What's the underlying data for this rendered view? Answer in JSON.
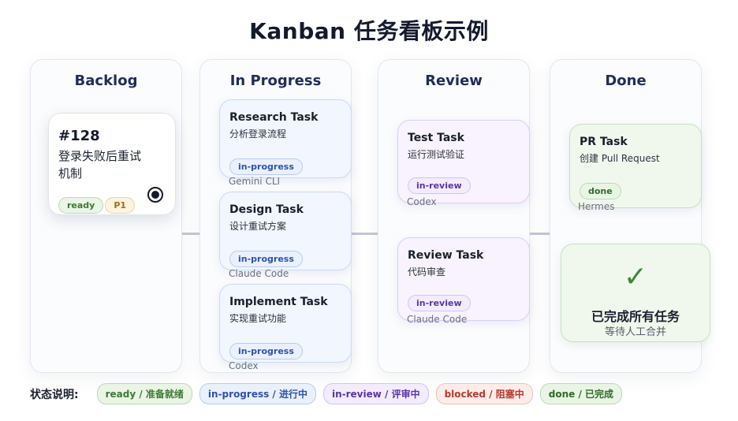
{
  "title": "Kanban 任务看板示例",
  "columns": {
    "backlog": {
      "title": "Backlog",
      "featured_card": {
        "number": "#128",
        "description": "登录失败后重试机制",
        "tags": [
          "ready",
          "P1"
        ]
      }
    },
    "in_progress": {
      "title": "In Progress",
      "cards": [
        {
          "title": "Research Task",
          "subtitle": "分析登录流程",
          "status": "in-progress",
          "assignee": "Gemini CLI"
        },
        {
          "title": "Design Task",
          "subtitle": "设计重试方案",
          "status": "in-progress",
          "assignee": "Claude Code"
        },
        {
          "title": "Implement Task",
          "subtitle": "实现重试功能",
          "status": "in-progress",
          "assignee": "Codex"
        }
      ]
    },
    "review": {
      "title": "Review",
      "cards": [
        {
          "title": "Test Task",
          "subtitle": "运行测试验证",
          "status": "in-review",
          "assignee": "Codex"
        },
        {
          "title": "Review Task",
          "subtitle": "代码审查",
          "status": "in-review",
          "assignee": "Claude Code"
        }
      ]
    },
    "done": {
      "title": "Done",
      "cards": [
        {
          "title": "PR Task",
          "subtitle": "创建 Pull Request",
          "status": "done",
          "assignee": "Hermes"
        }
      ],
      "completion": {
        "icon": "checkmark-icon",
        "title": "已完成所有任务",
        "subtitle": "等待人工合并"
      }
    }
  },
  "legend": {
    "label": "状态说明:",
    "items": [
      {
        "key": "ready",
        "text": "ready / 准备就绪",
        "color": "#3c7a33"
      },
      {
        "key": "in-progress",
        "text": "in-progress / 进行中",
        "color": "#2f53a8"
      },
      {
        "key": "in-review",
        "text": "in-review / 评审中",
        "color": "#5a36a6"
      },
      {
        "key": "blocked",
        "text": "blocked / 阻塞中",
        "color": "#b53a2c"
      },
      {
        "key": "done",
        "text": "done / 已完成",
        "color": "#2f6b2a"
      }
    ]
  }
}
